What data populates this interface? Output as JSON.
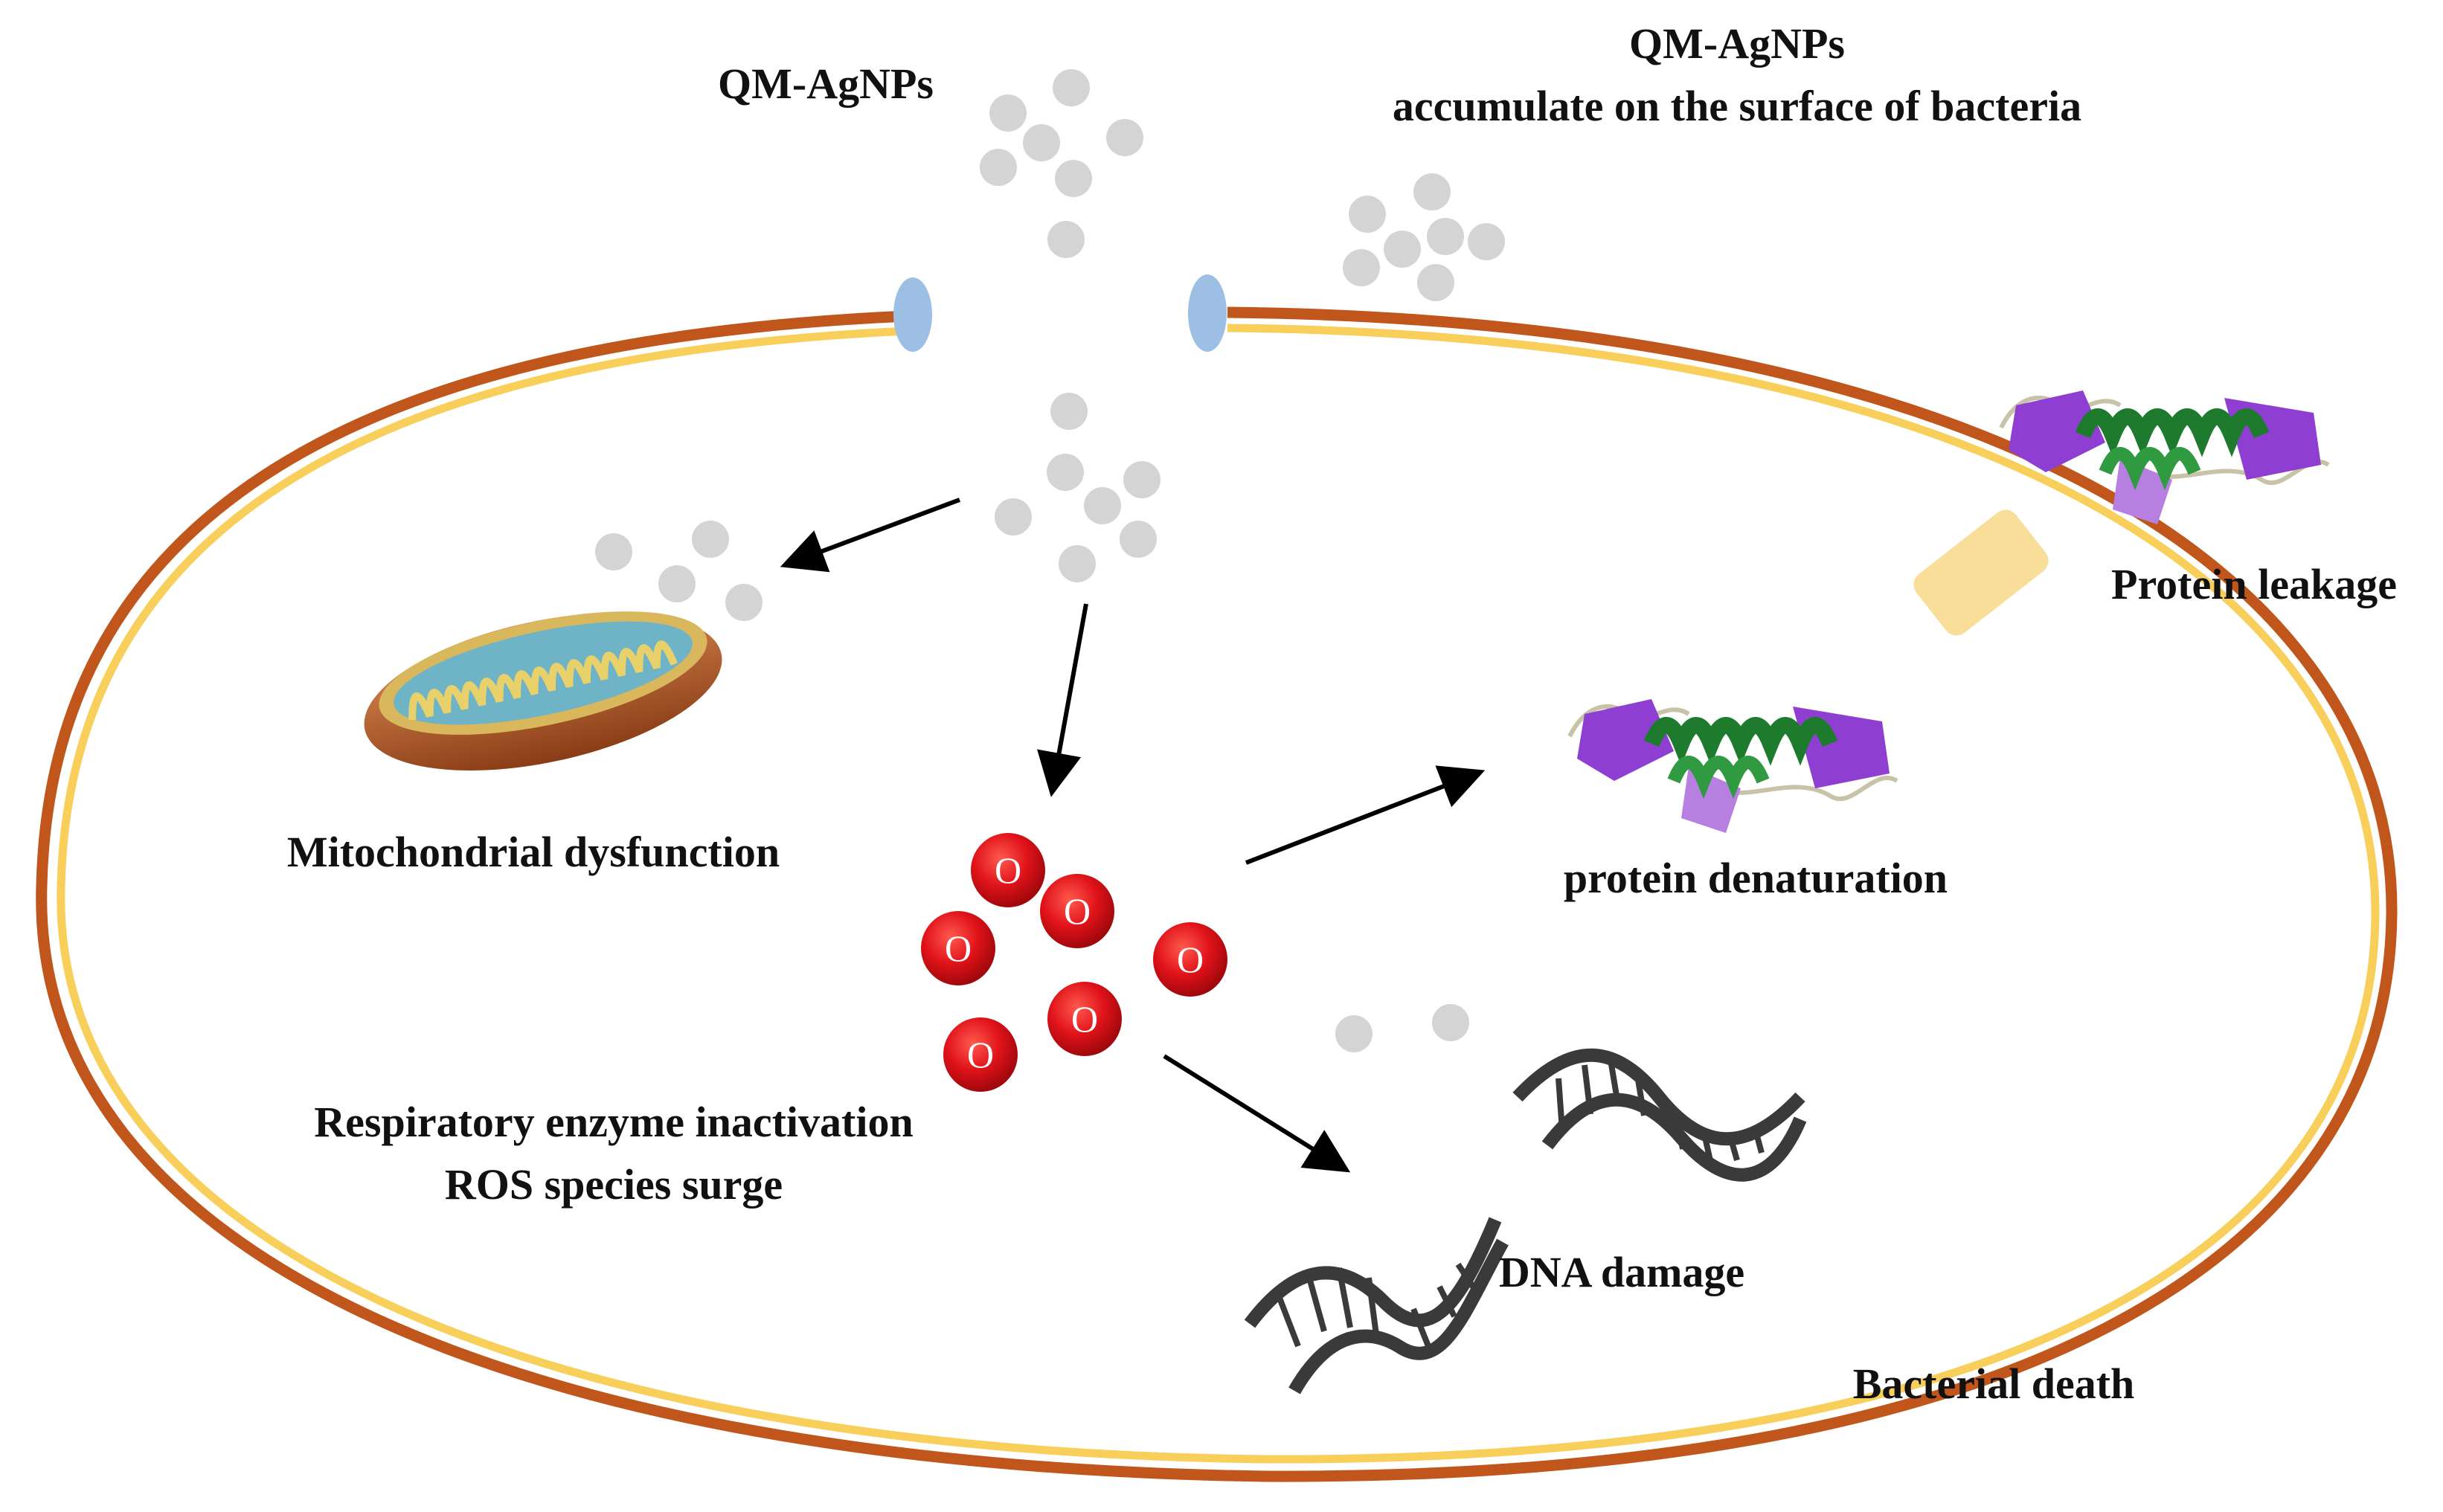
{
  "labels": {
    "agnps_entry": "QM-AgNPs",
    "agnps_surface_line1": "QM-AgNPs",
    "agnps_surface_line2": "accumulate on the surface of bacteria",
    "mitochondria": "Mitochondrial dysfunction",
    "respiratory_line1": "Respiratory enzyme inactivation",
    "respiratory_line2": "ROS species surge",
    "protein_denaturation": "protein denaturation",
    "protein_leakage": "Protein leakage",
    "dna_damage": "DNA damage",
    "bacterial_death": "Bacterial death"
  },
  "ros": {
    "symbol": "O",
    "count": 6
  },
  "colors": {
    "outer_membrane": "#C0561B",
    "inner_membrane": "#F8CF5B",
    "nanoparticle": "#D4D4D4",
    "pore_channel": "#9DBFE3",
    "leak_channel": "#F8DE98",
    "ros_particle": "#D90F12",
    "arrow": "#000000",
    "dna": "#3a3a3a",
    "protein_helix": "#1E7B2E",
    "protein_sheet": "#8E3FD2",
    "mito_outer": "#B7582A",
    "mito_matrix": "#6FB4C6"
  },
  "icons": [
    "nanoparticle-icon",
    "pore-icon",
    "mitochondrion-icon",
    "ros-icon",
    "protein-icon",
    "dna-icon",
    "arrow-icon"
  ]
}
